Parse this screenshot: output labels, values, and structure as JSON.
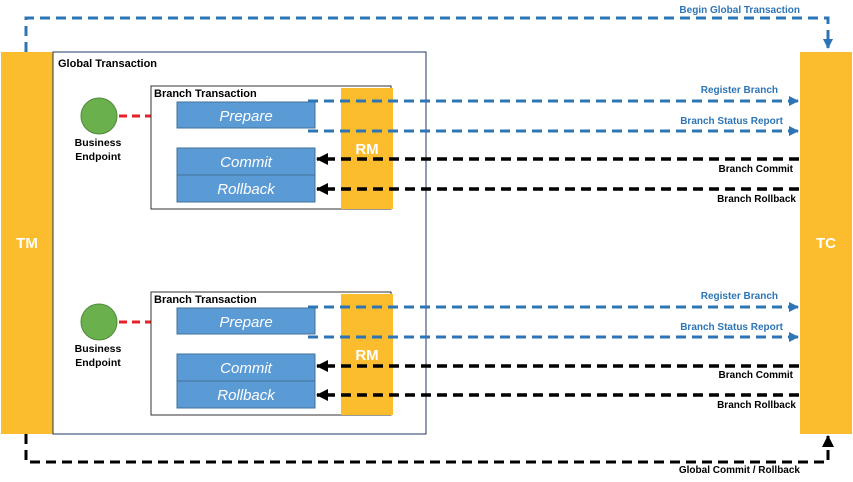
{
  "labels": {
    "tm": "TM",
    "tc": "TC",
    "global_transaction": "Global Transaction",
    "begin_global": "Begin Global Transaction",
    "global_commit_rollback": "Global Commit / Rollback",
    "business_endpoint_line1": "Business",
    "business_endpoint_line2": "Endpoint",
    "branch_transaction": "Branch Transaction",
    "prepare": "Prepare",
    "commit": "Commit",
    "rollback": "Rollback",
    "rm": "RM",
    "register_branch": "Register Branch",
    "branch_status_report": "Branch Status Report",
    "branch_commit": "Branch Commit",
    "branch_rollback": "Branch Rollback"
  },
  "colors": {
    "orange": "#FBBC2D",
    "blue_box": "#5B9BD5",
    "blue_arrow": "#2E75B6",
    "red_arrow": "#E8202A",
    "green": "#6AB04C",
    "black": "#000000"
  }
}
